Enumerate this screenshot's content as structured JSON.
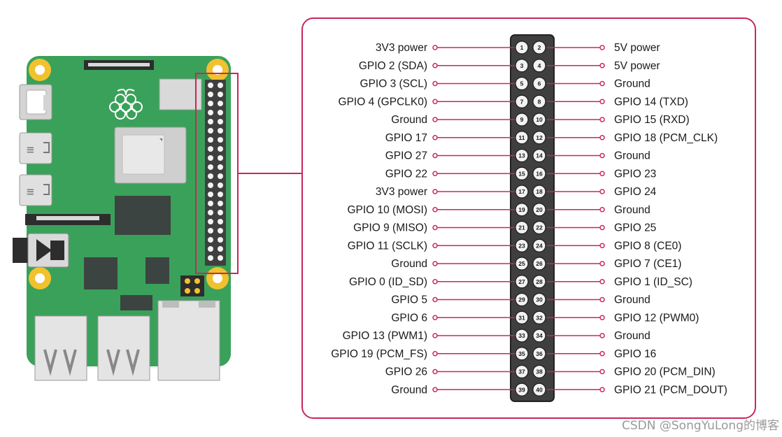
{
  "pins": [
    {
      "left": "3V3 power",
      "right": "5V power"
    },
    {
      "left": "GPIO 2 (SDA)",
      "right": "5V power"
    },
    {
      "left": "GPIO 3 (SCL)",
      "right": "Ground"
    },
    {
      "left": "GPIO 4 (GPCLK0)",
      "right": "GPIO 14 (TXD)"
    },
    {
      "left": "Ground",
      "right": "GPIO 15 (RXD)"
    },
    {
      "left": "GPIO 17",
      "right": "GPIO 18 (PCM_CLK)"
    },
    {
      "left": "GPIO 27",
      "right": "Ground"
    },
    {
      "left": "GPIO 22",
      "right": "GPIO 23"
    },
    {
      "left": "3V3 power",
      "right": "GPIO 24"
    },
    {
      "left": "GPIO 10 (MOSI)",
      "right": "Ground"
    },
    {
      "left": "GPIO 9 (MISO)",
      "right": "GPIO 25"
    },
    {
      "left": "GPIO 11 (SCLK)",
      "right": "GPIO 8 (CE0)"
    },
    {
      "left": "Ground",
      "right": "GPIO 7 (CE1)"
    },
    {
      "left": "GPIO 0 (ID_SD)",
      "right": "GPIO 1 (ID_SC)"
    },
    {
      "left": "GPIO 5",
      "right": "Ground"
    },
    {
      "left": "GPIO 6",
      "right": "GPIO 12 (PWM0)"
    },
    {
      "left": "GPIO 13 (PWM1)",
      "right": "Ground"
    },
    {
      "left": "GPIO 19 (PCM_FS)",
      "right": "GPIO 16"
    },
    {
      "left": "GPIO 26",
      "right": "GPIO 20 (PCM_DIN)"
    },
    {
      "left": "Ground",
      "right": "GPIO 21 (PCM_DOUT)"
    }
  ],
  "watermark": "CSDN @SongYuLong的博客",
  "colors": {
    "accent": "#c8285a",
    "board": "#3aa15a",
    "board_dark": "#2f8a4b",
    "header_body": "#3f3f3f",
    "pin_fill": "#f2f2f2",
    "mount_hole": "#f2c12e",
    "chip": "#3c4441",
    "metal": "#d9d9d9"
  },
  "icons": {
    "logo": "raspberry-pi-logo-icon"
  }
}
